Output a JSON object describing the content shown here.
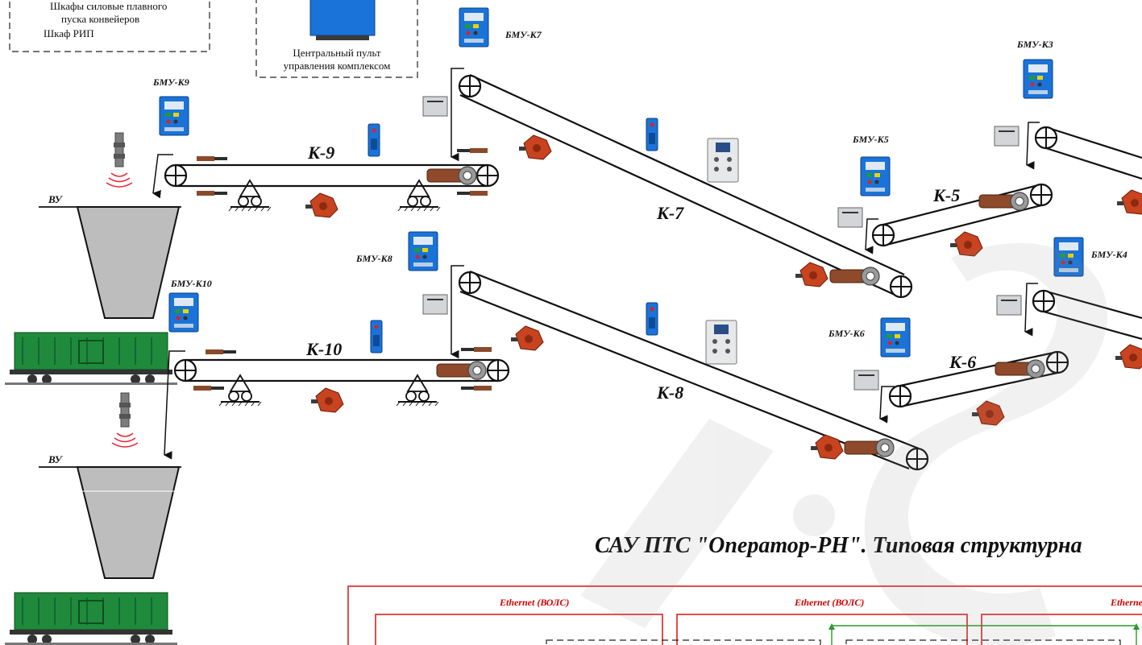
{
  "legend": {
    "line1": "Шкафы силовые плавного",
    "line2": "пуска конвейеров",
    "line3": "Шкаф РИП"
  },
  "central_panel": {
    "line1": "Центральный пульт",
    "line2": "управления комплексом"
  },
  "conveyors": {
    "k9": "К-9",
    "k10": "К-10",
    "k7": "К-7",
    "k8": "К-8",
    "k5": "К-5",
    "k6": "К-6"
  },
  "control_units": {
    "k9": "БМУ-К9",
    "k10": "БМУ-К10",
    "k7": "БМУ-К7",
    "k8": "БМУ-К8",
    "k3": "БМУ-К3",
    "k5": "БМУ-К5",
    "k4": "БМУ-К4",
    "k6": "БМУ-К6"
  },
  "bunker_label": "ВУ",
  "title": "САУ ПТС \"Оператор-РН\". Типовая структурна",
  "network": {
    "eth1": "Ethernet  (ВОЛС)",
    "eth2": "Ethernet  (ВОЛС)",
    "eth3": "Ethernet"
  },
  "colors": {
    "cabinet_blue": "#1a73d9",
    "motor_red": "#c8431f",
    "wagon_green": "#1f8a3c",
    "network_red": "#e02020",
    "network_green": "#2a9a2a"
  }
}
